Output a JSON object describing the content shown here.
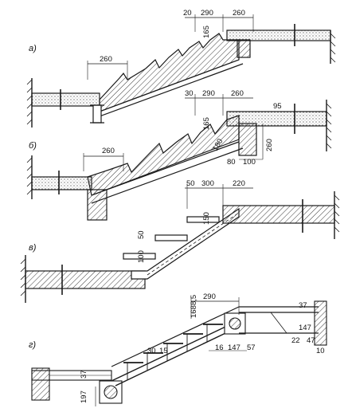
{
  "colors": {
    "ink": "#1a1a1a",
    "paper": "#ffffff",
    "hatch": "#3a3a3a"
  },
  "panels": {
    "a": {
      "label": "а)",
      "top_dims": [
        "20",
        "290",
        "260"
      ],
      "riser": "165",
      "mid_tread": "260"
    },
    "b": {
      "label": "б)",
      "top_dims": [
        "30",
        "290",
        "260"
      ],
      "side_dim": "95",
      "riser": "165",
      "diag": "180",
      "beam_h": "260",
      "beam_w": [
        "80",
        "100"
      ],
      "mid_tread": "260"
    },
    "v": {
      "label": "в)",
      "top_dims": [
        "50",
        "300",
        "220"
      ],
      "riser": "150",
      "riser_small": [
        "100",
        "50"
      ]
    },
    "g": {
      "label": "г)",
      "top_dim": "290",
      "left_dims": [
        "168",
        "8,5"
      ],
      "bottom_dims": [
        "16",
        "147",
        "57"
      ],
      "right_dims": [
        "37",
        "147",
        "22",
        "47",
        "10"
      ],
      "mid_dims": [
        "30",
        "15"
      ],
      "base_dims": [
        "197",
        "37"
      ]
    }
  }
}
